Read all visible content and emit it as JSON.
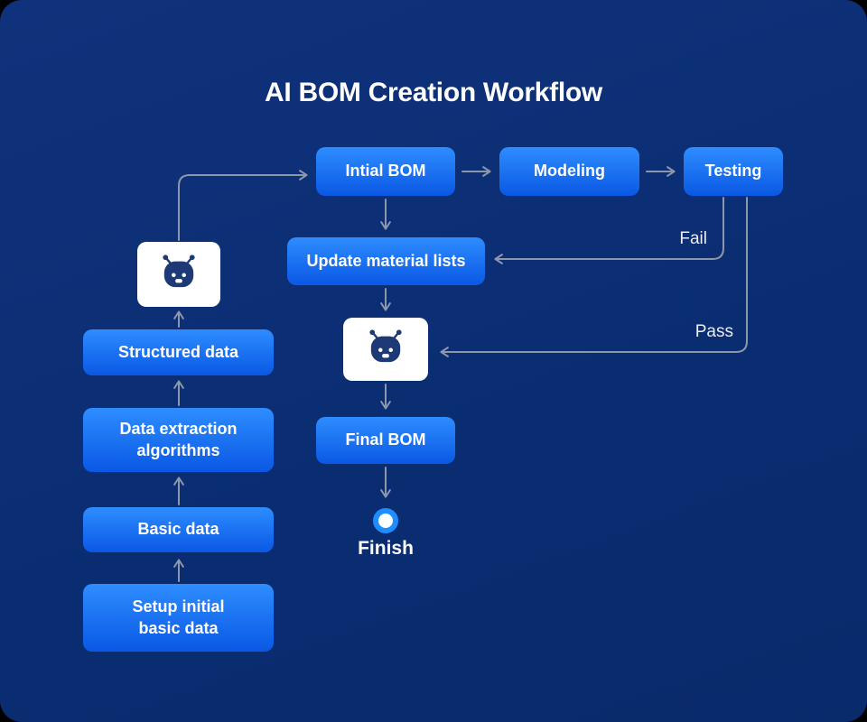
{
  "title": "AI BOM Creation Workflow",
  "nodes": {
    "initial_bom": {
      "label": "Intial BOM"
    },
    "modeling": {
      "label": "Modeling"
    },
    "testing": {
      "label": "Testing"
    },
    "update_material_lists": {
      "label": "Update material lists"
    },
    "structured_data": {
      "label": "Structured data"
    },
    "data_extraction": {
      "label": "Data extraction algorithms"
    },
    "basic_data": {
      "label": "Basic data"
    },
    "setup_initial": {
      "label": "Setup initial basic data"
    },
    "final_bom": {
      "label": "Final BOM"
    }
  },
  "edge_labels": {
    "fail": "Fail",
    "pass": "Pass"
  },
  "finish_label": "Finish",
  "icons": {
    "robot": "robot-head-icon",
    "finish": "finish-dot-icon"
  },
  "colors": {
    "background": "#0b2e74",
    "node_gradient_top": "#2e8dff",
    "node_gradient_bottom": "#0a58e4",
    "node_text": "#ffffff",
    "arrow": "#8d97ac",
    "robot_icon": "#1d3a76",
    "finish_ring": "#1e8dff",
    "title_text": "#ffffff"
  }
}
